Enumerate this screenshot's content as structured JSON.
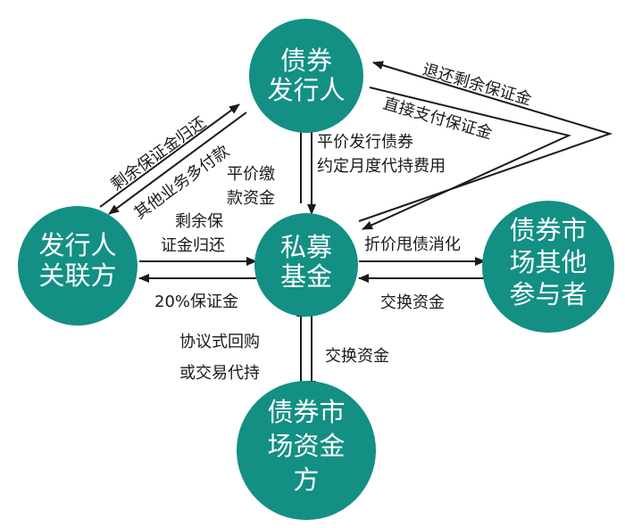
{
  "colors": {
    "node_fill": "#138f84",
    "node_text": "#ffffff",
    "arrow": "#1a1a1a",
    "label": "#1a1a1a",
    "background": "#ffffff"
  },
  "nodes": {
    "issuer": [
      "债券",
      "发行人"
    ],
    "affiliate": [
      "发行人",
      "关联方"
    ],
    "fund": [
      "私募",
      "基金"
    ],
    "market_others": [
      "债券市",
      "场其他",
      "参与者"
    ],
    "market_funders": [
      "债券市",
      "场资金",
      "方"
    ]
  },
  "edges": {
    "return_margin_top": "退还剩余保证金",
    "direct_pay_margin": "直接支付保证金",
    "affiliate_return_margin": "剩余保证金归还",
    "other_payment": "其他业务多付款",
    "par_issue": [
      "平价发行债券",
      "约定月度代持费用"
    ],
    "par_payment": [
      "平价缴",
      "款资金"
    ],
    "fund_return_margin": [
      "剩余保",
      "证金归还"
    ],
    "margin_20": "20%保证金",
    "discount_dump": "折价甩债消化",
    "exchange_right": "交换资金",
    "repo_or_holding": [
      "协议式回购",
      "或交易代持"
    ],
    "exchange_bottom": "交换资金"
  }
}
